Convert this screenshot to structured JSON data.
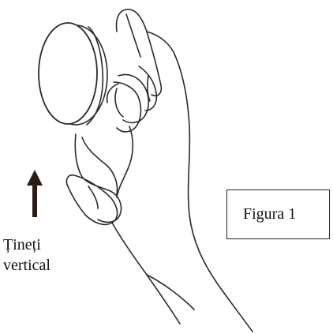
{
  "instruction": {
    "line1": "Țineți",
    "line2": "vertical"
  },
  "figure": {
    "label": "Figura 1"
  },
  "colors": {
    "line": "#2a2a2a",
    "arrow": "#2b1d14",
    "background": "#ffffff"
  },
  "icons": {
    "arrow": "arrow-up-icon"
  }
}
